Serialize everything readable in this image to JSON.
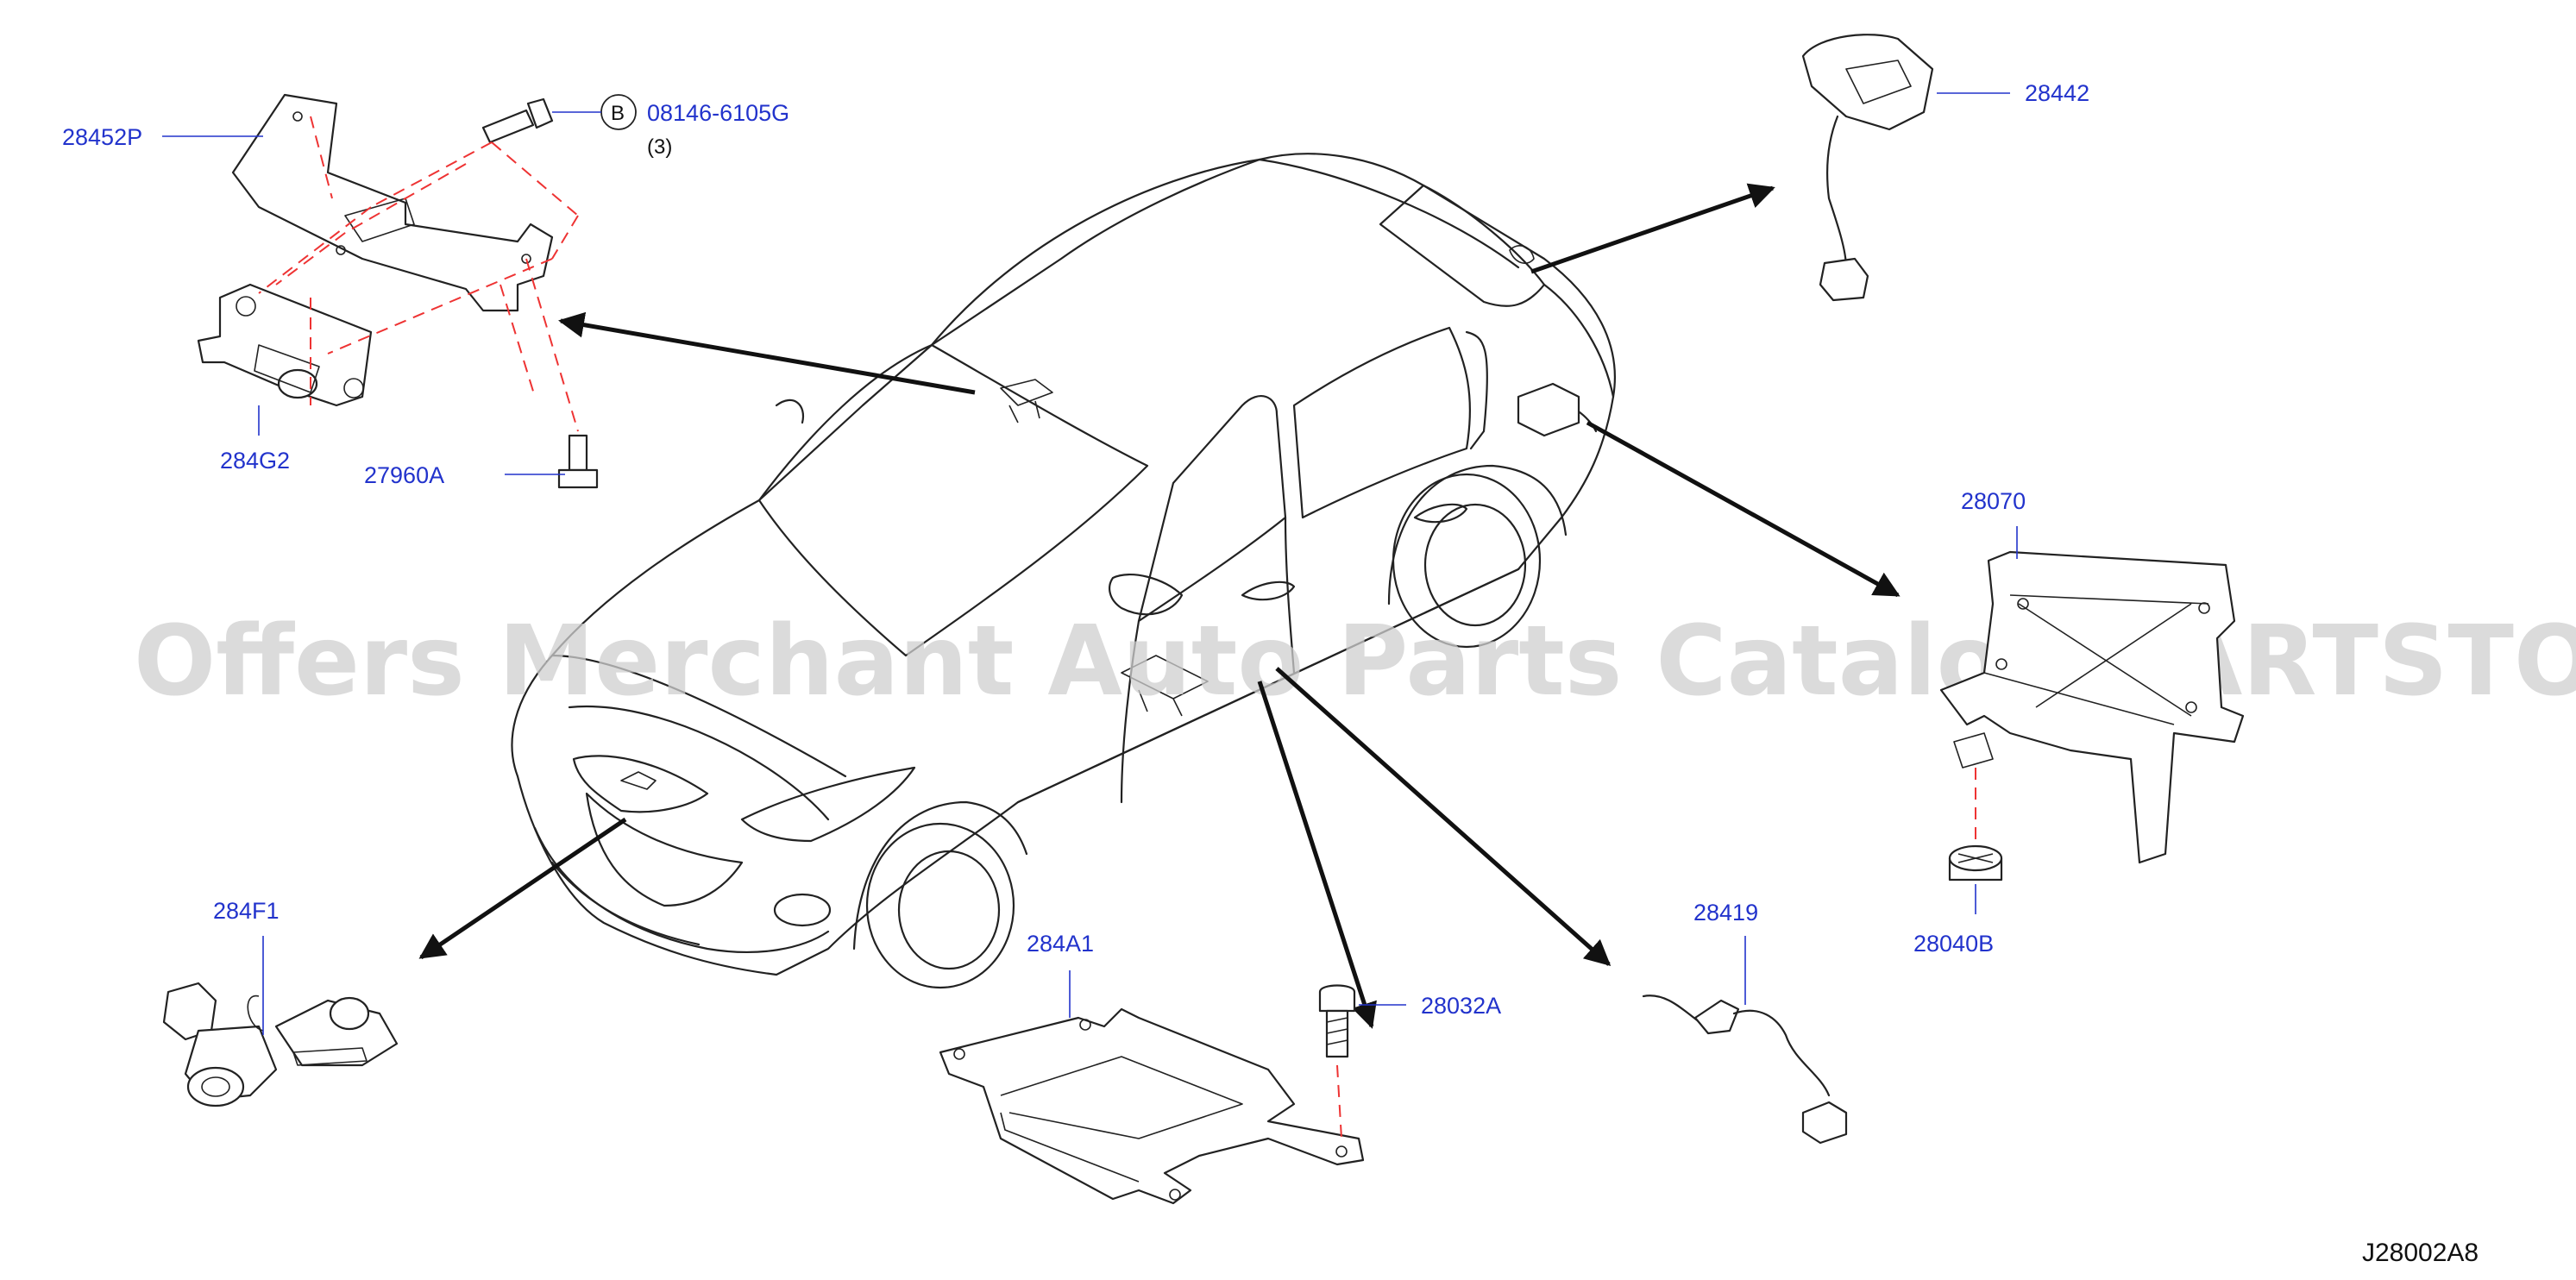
{
  "diagram_code": "J28002A8",
  "watermark": "Offers Merchant Auto Parts Catalog PARTSTORE.SA",
  "callouts": {
    "p28452P": "28452P",
    "bolt_ref_letter": "B",
    "p08146": "08146-6105G",
    "p08146_qty": "(3)",
    "p284G2": "284G2",
    "p27960A": "27960A",
    "p28442": "28442",
    "p28070": "28070",
    "p28040B": "28040B",
    "p284F1": "284F1",
    "p284A1": "284A1",
    "p28032A": "28032A",
    "p28419": "28419"
  }
}
